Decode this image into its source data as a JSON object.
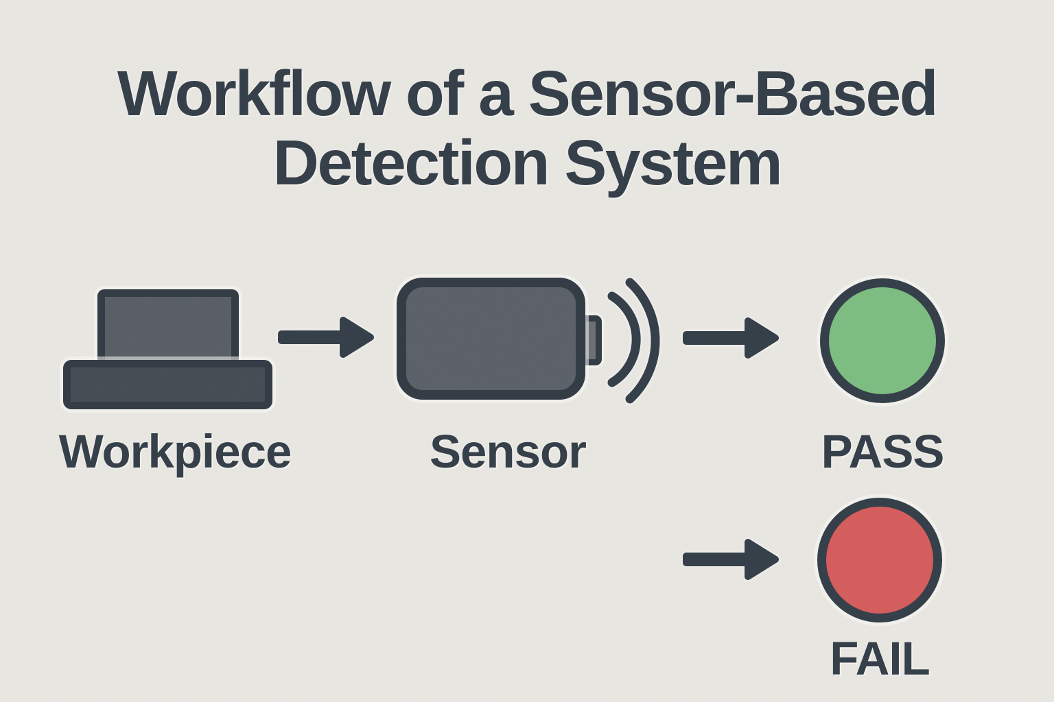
{
  "title": {
    "line1": "Workflow of a Sensor-Based",
    "line2": "Detection System"
  },
  "nodes": {
    "workpiece": {
      "label": "Workpiece",
      "icon": "workpiece-icon"
    },
    "sensor": {
      "label": "Sensor",
      "icon": "sensor-icon"
    },
    "pass": {
      "label": "PASS",
      "icon": "pass-indicator-circle",
      "color": "#7dbd81"
    },
    "fail": {
      "label": "FAIL",
      "icon": "fail-indicator-circle",
      "color": "#d55c5b"
    }
  },
  "connectors": {
    "arrow_icon": "right-arrow-icon",
    "arrow_count": 3,
    "signal_icon": "signal-waves-icon"
  },
  "colors": {
    "background": "#e9e7e2",
    "ink": "#333d47",
    "shape_fill": "#5a6067",
    "pass_green": "#7dbd81",
    "fail_red": "#d55c5b"
  }
}
